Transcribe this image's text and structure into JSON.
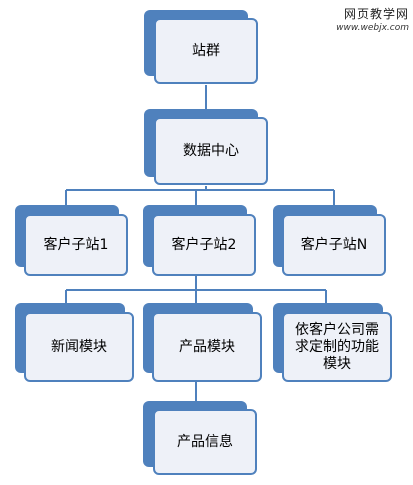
{
  "watermark": {
    "title": "网页教学网",
    "url": "www.webjx.com"
  },
  "nodes": {
    "root": "站群",
    "data_center": "数据中心",
    "site1": "客户子站1",
    "site2": "客户子站2",
    "siteN": "客户子站N",
    "news": "新闻模块",
    "product": "产品模块",
    "custom": "依客户公司需求定制的功能模块",
    "product_info": "产品信息"
  },
  "colors": {
    "box_fill": "#eef1f8",
    "box_border": "#4f81bd",
    "connector": "#4f81bd"
  }
}
